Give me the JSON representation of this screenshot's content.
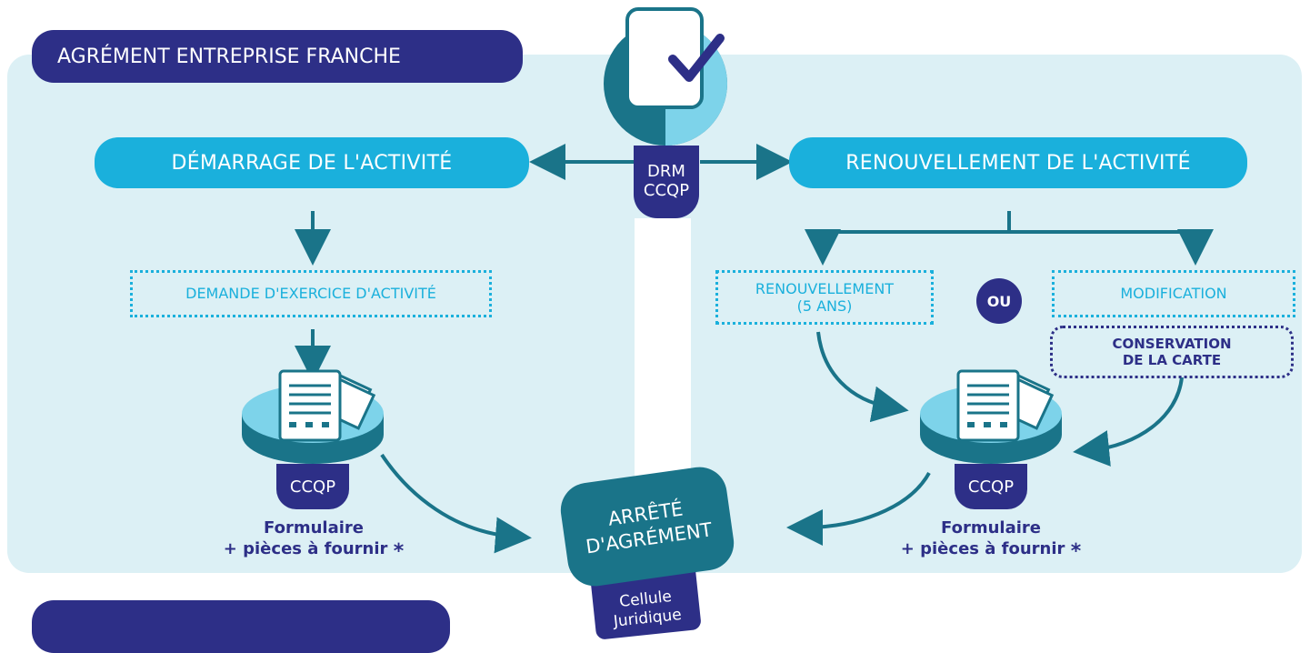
{
  "header": {
    "title": "AGRÉMENT ENTREPRISE FRANCHE"
  },
  "center": {
    "drm": "DRM",
    "ccqp": "CCQP",
    "arrete_line1": "ARRÊTÉ",
    "arrete_line2": "D'AGRÉMENT",
    "cellule_line1": "Cellule",
    "cellule_line2": "Juridique"
  },
  "left": {
    "title": "DÉMARRAGE DE L'ACTIVITÉ",
    "demande": "DEMANDE D'EXERCICE D'ACTIVITÉ",
    "tag": "CCQP",
    "caption_line1": "Formulaire",
    "caption_line2": "+ pièces à fournir",
    "star": "*"
  },
  "right": {
    "title": "RENOUVELLEMENT DE L'ACTIVITÉ",
    "renouvellement_line1": "RENOUVELLEMENT",
    "renouvellement_line2": "(5 ANS)",
    "ou": "OU",
    "modification": "MODIFICATION",
    "conservation_line1": "CONSERVATION",
    "conservation_line2": "DE LA CARTE",
    "tag": "CCQP",
    "caption_line1": "Formulaire",
    "caption_line2": "+ pièces à fournir",
    "star": "*"
  },
  "colors": {
    "navy": "#2d2f87",
    "cyan": "#1ab0dc",
    "teal": "#1a7489",
    "panel": "#dcf0f5",
    "light_cyan": "#7dd3ea"
  }
}
